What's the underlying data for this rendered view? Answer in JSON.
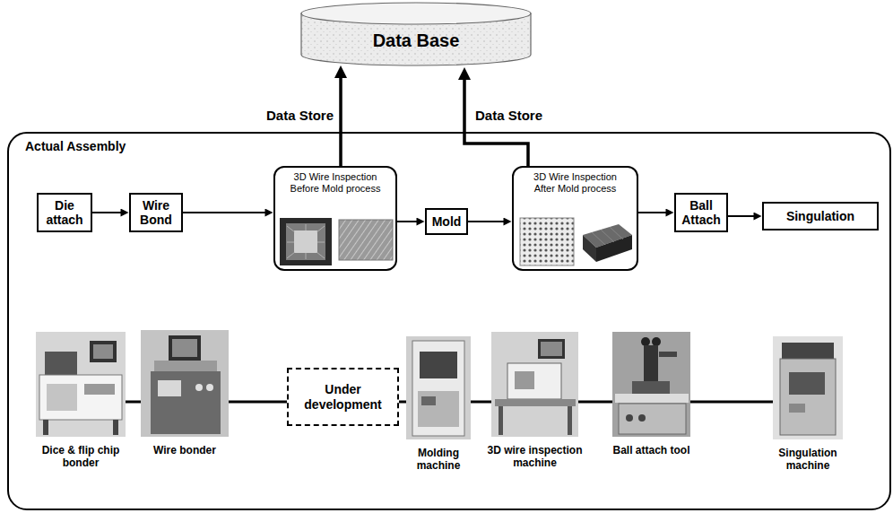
{
  "diagram": {
    "nodes": [
      {
        "text": [
          "Data Base"
        ]
      },
      {
        "text": [
          "Actual Assembly"
        ]
      },
      {
        "text": [
          "Die attach"
        ],
        "in": 1
      },
      {
        "text": [
          "Wire Bond"
        ],
        "in": 1
      },
      {
        "text": [
          "3D Wire Inspection Before Mold process"
        ],
        "in": 1
      },
      {
        "text": [
          "Mold"
        ],
        "in": 1
      },
      {
        "text": [
          "3D Wire Inspection After Mold process"
        ],
        "in": 1
      },
      {
        "text": [
          "Ball Attach"
        ],
        "in": 1
      },
      {
        "text": [
          "Singulation"
        ],
        "in": 1
      },
      {
        "text": [
          "Dice & flip chip bonder"
        ],
        "in": 1
      },
      {
        "text": [
          "Wire bonder"
        ],
        "in": 1
      },
      {
        "text": [
          "Under development"
        ],
        "in": 1
      },
      {
        "text": [
          "Molding machine"
        ],
        "in": 1
      },
      {
        "text": [
          "3D wire inspection machine"
        ],
        "in": 1
      },
      {
        "text": [
          "Ball attach tool"
        ],
        "in": 1
      },
      {
        "text": [
          "Singulation machine"
        ],
        "in": 1
      }
    ],
    "edges": [
      {
        "from": 4,
        "to": 0,
        "arrow": "to",
        "label": "Data Store"
      },
      {
        "from": 6,
        "to": 0,
        "arrow": "to",
        "label": "Data Store"
      },
      {
        "from": 2,
        "to": 3,
        "arrow": "to"
      },
      {
        "from": 3,
        "to": 4,
        "arrow": "to"
      },
      {
        "from": 4,
        "to": 5,
        "arrow": "to"
      },
      {
        "from": 5,
        "to": 6,
        "arrow": "to"
      },
      {
        "from": 6,
        "to": 7,
        "arrow": "to"
      },
      {
        "from": 7,
        "to": 8,
        "arrow": "to"
      },
      {
        "from": 9,
        "to": 10,
        "arrow": "none"
      },
      {
        "from": 10,
        "to": 11,
        "arrow": "none"
      },
      {
        "from": 11,
        "to": 12,
        "arrow": "none"
      },
      {
        "from": 12,
        "to": 13,
        "arrow": "none"
      },
      {
        "from": 13,
        "to": 14,
        "arrow": "none"
      },
      {
        "from": 14,
        "to": 15,
        "arrow": "none"
      }
    ]
  }
}
